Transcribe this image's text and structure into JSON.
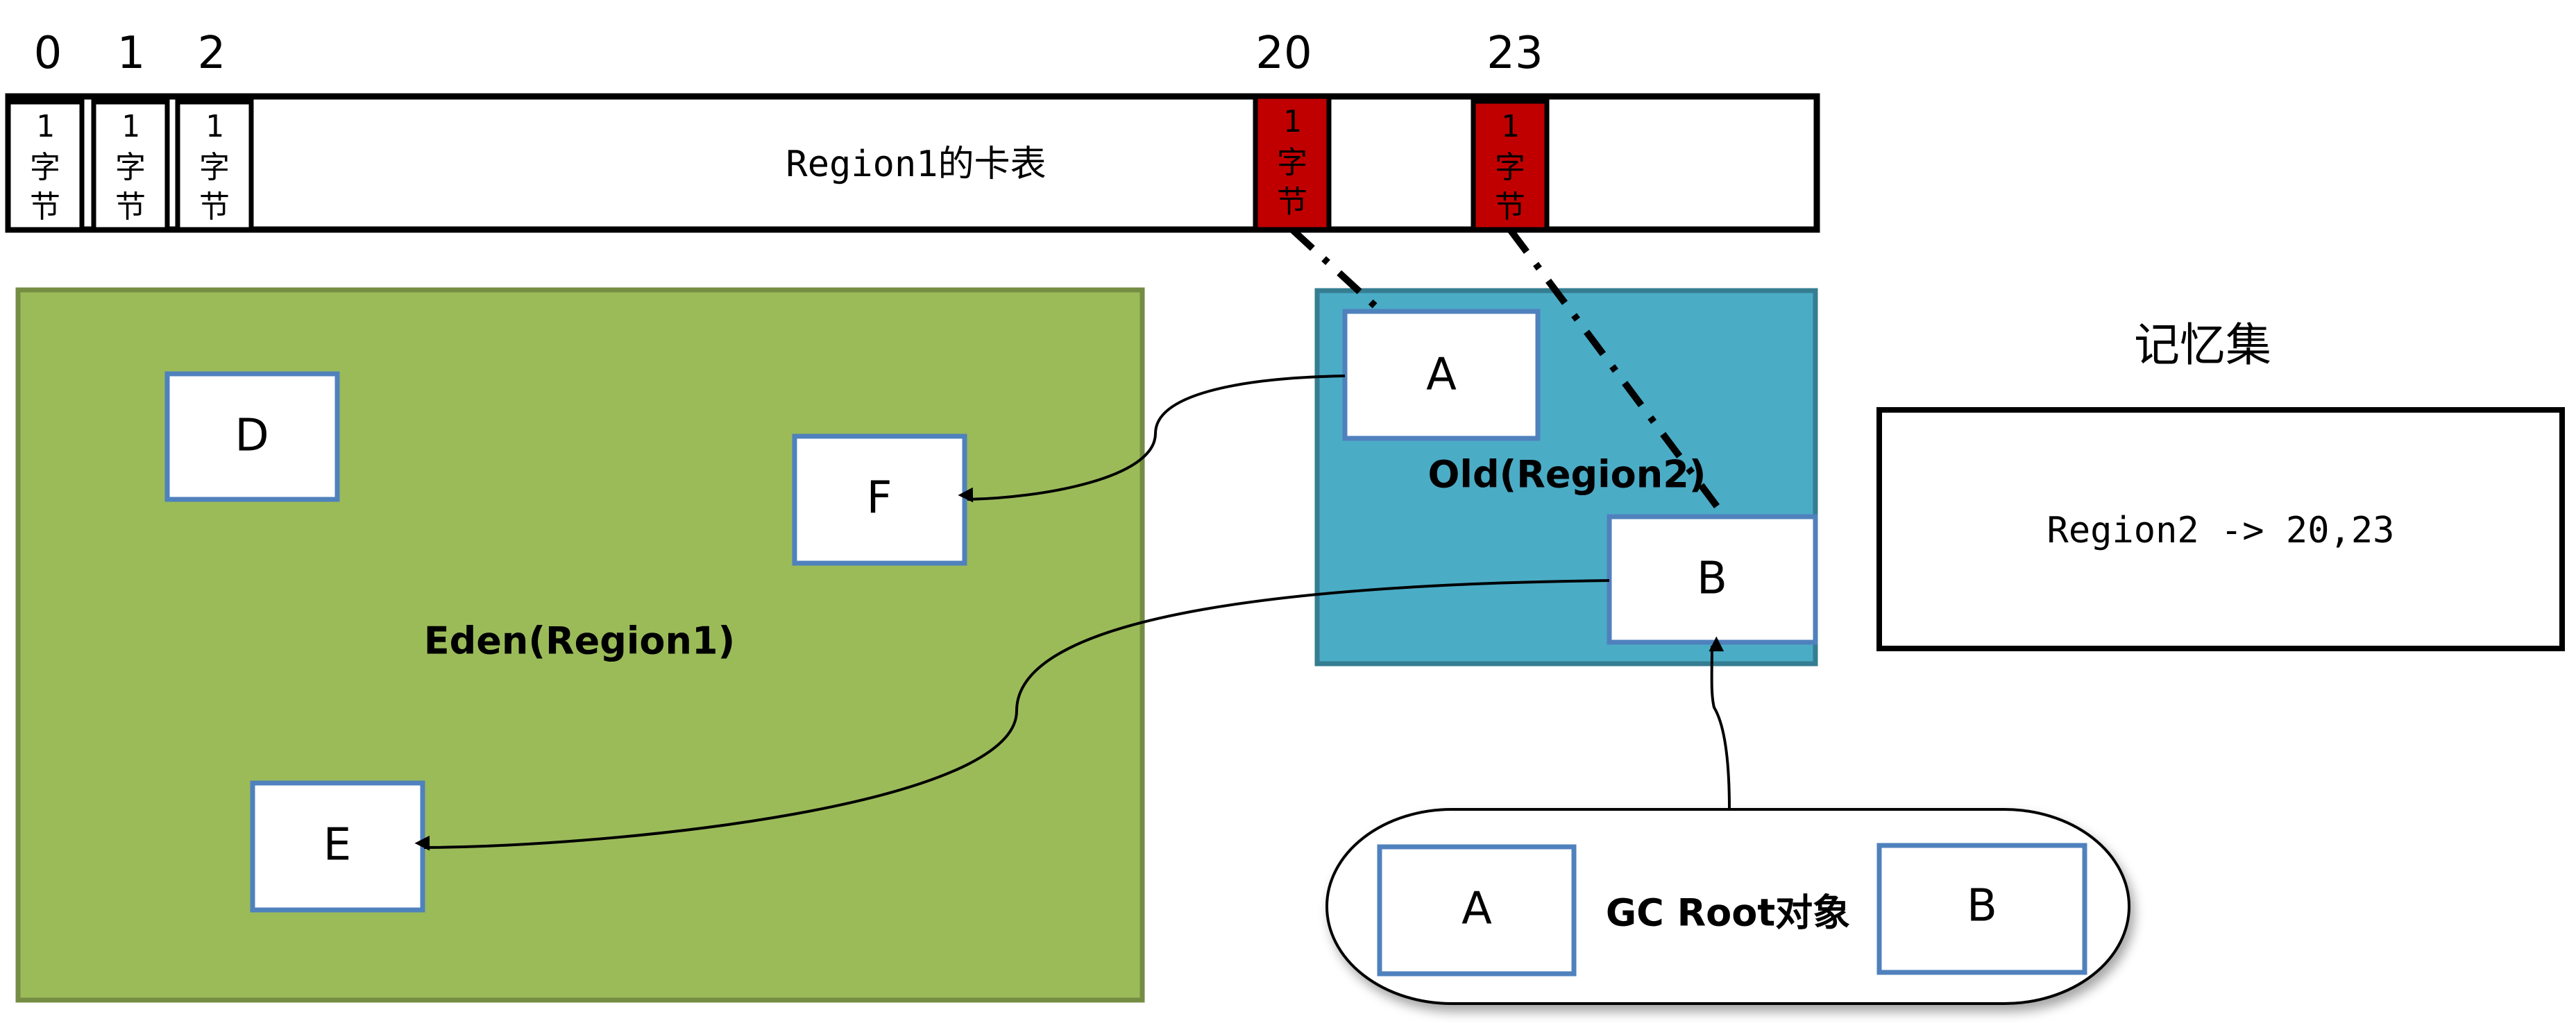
{
  "colors": {
    "eden_fill": "#9BBB59",
    "eden_border": "#748D43",
    "old_fill": "#4BACC6",
    "old_border": "#357D91",
    "object_border": "#4F81BD",
    "dirty_card": "#C00000",
    "line": "#000000"
  },
  "card_table": {
    "label": "Region1的卡表",
    "cells": [
      {
        "index": "0",
        "text": [
          "1",
          "字",
          "节"
        ],
        "dirty": false
      },
      {
        "index": "1",
        "text": [
          "1",
          "字",
          "节"
        ],
        "dirty": false
      },
      {
        "index": "2",
        "text": [
          "1",
          "字",
          "节"
        ],
        "dirty": false
      },
      {
        "index": "20",
        "text": [
          "1",
          "字",
          "节"
        ],
        "dirty": true
      },
      {
        "index": "23",
        "text": [
          "1",
          "字",
          "节"
        ],
        "dirty": true
      }
    ]
  },
  "eden_region": {
    "label": "Eden(Region1)",
    "objects": [
      "D",
      "F",
      "E"
    ]
  },
  "old_region": {
    "label": "Old(Region2)",
    "objects": [
      "A",
      "B"
    ]
  },
  "remembered_set": {
    "title": "记忆集",
    "entry": "Region2 -> 20,23"
  },
  "gc_roots": {
    "label": "GC Root对象",
    "objects": [
      "A",
      "B"
    ]
  },
  "references": [
    {
      "from": "A",
      "to": "F"
    },
    {
      "from": "B",
      "to": "E"
    },
    {
      "from": "GC Root",
      "to": "B"
    }
  ],
  "card_mappings": [
    {
      "card": "20",
      "object": "A"
    },
    {
      "card": "23",
      "object": "B"
    }
  ]
}
